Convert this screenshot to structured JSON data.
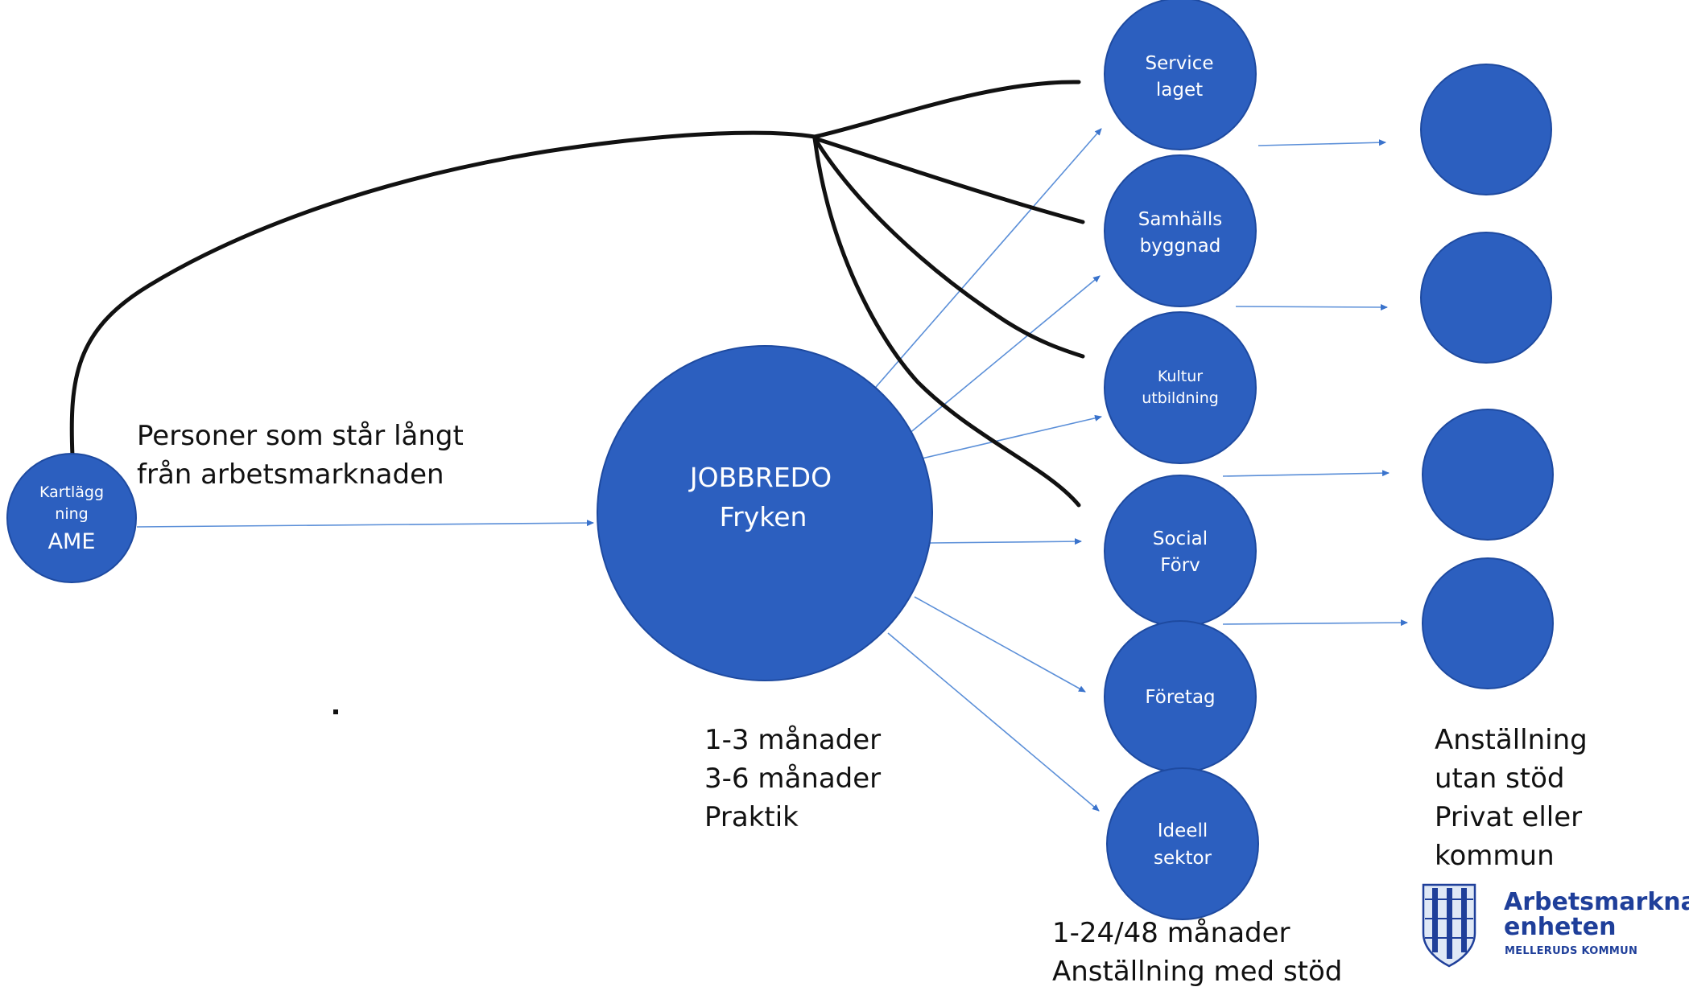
{
  "colors": {
    "node": "#2c5fbf",
    "node_stroke": "#1e4aa0",
    "arrow": "#5b8fd8",
    "curve": "#111111",
    "logo": "#1f3f9a"
  },
  "nodes": {
    "kartlaggning": {
      "lines": [
        "Kartlägg",
        "ning"
      ],
      "main": "AME"
    },
    "jobbredo": {
      "line1": "JOBBREDO",
      "line2": "Fryken"
    },
    "service": {
      "line1": "Service",
      "line2": "laget"
    },
    "samhalls": {
      "line1": "Samhälls",
      "line2": "byggnad"
    },
    "kultur": {
      "line1": "Kultur",
      "line2": "utbildning"
    },
    "social": {
      "line1": "Social",
      "line2": "Förv"
    },
    "foretag": {
      "line1": "Företag"
    },
    "ideell": {
      "line1": "Ideell",
      "line2": "sektor"
    }
  },
  "labels": {
    "personer": [
      "Personer som står långt",
      "från arbetsmarknaden"
    ],
    "jobbredo_duration": [
      "1-3 månader",
      "3-6 månader",
      "Praktik"
    ],
    "med_stod": [
      "1-24/48 månader",
      "Anställning med stöd"
    ],
    "utan_stod": [
      "Anställning",
      "utan stöd",
      "Privat eller",
      "kommun"
    ]
  },
  "logo": {
    "title": [
      "Arbetsmarknads-",
      "enheten"
    ],
    "subtitle": "MELLERUDS KOMMUN"
  }
}
